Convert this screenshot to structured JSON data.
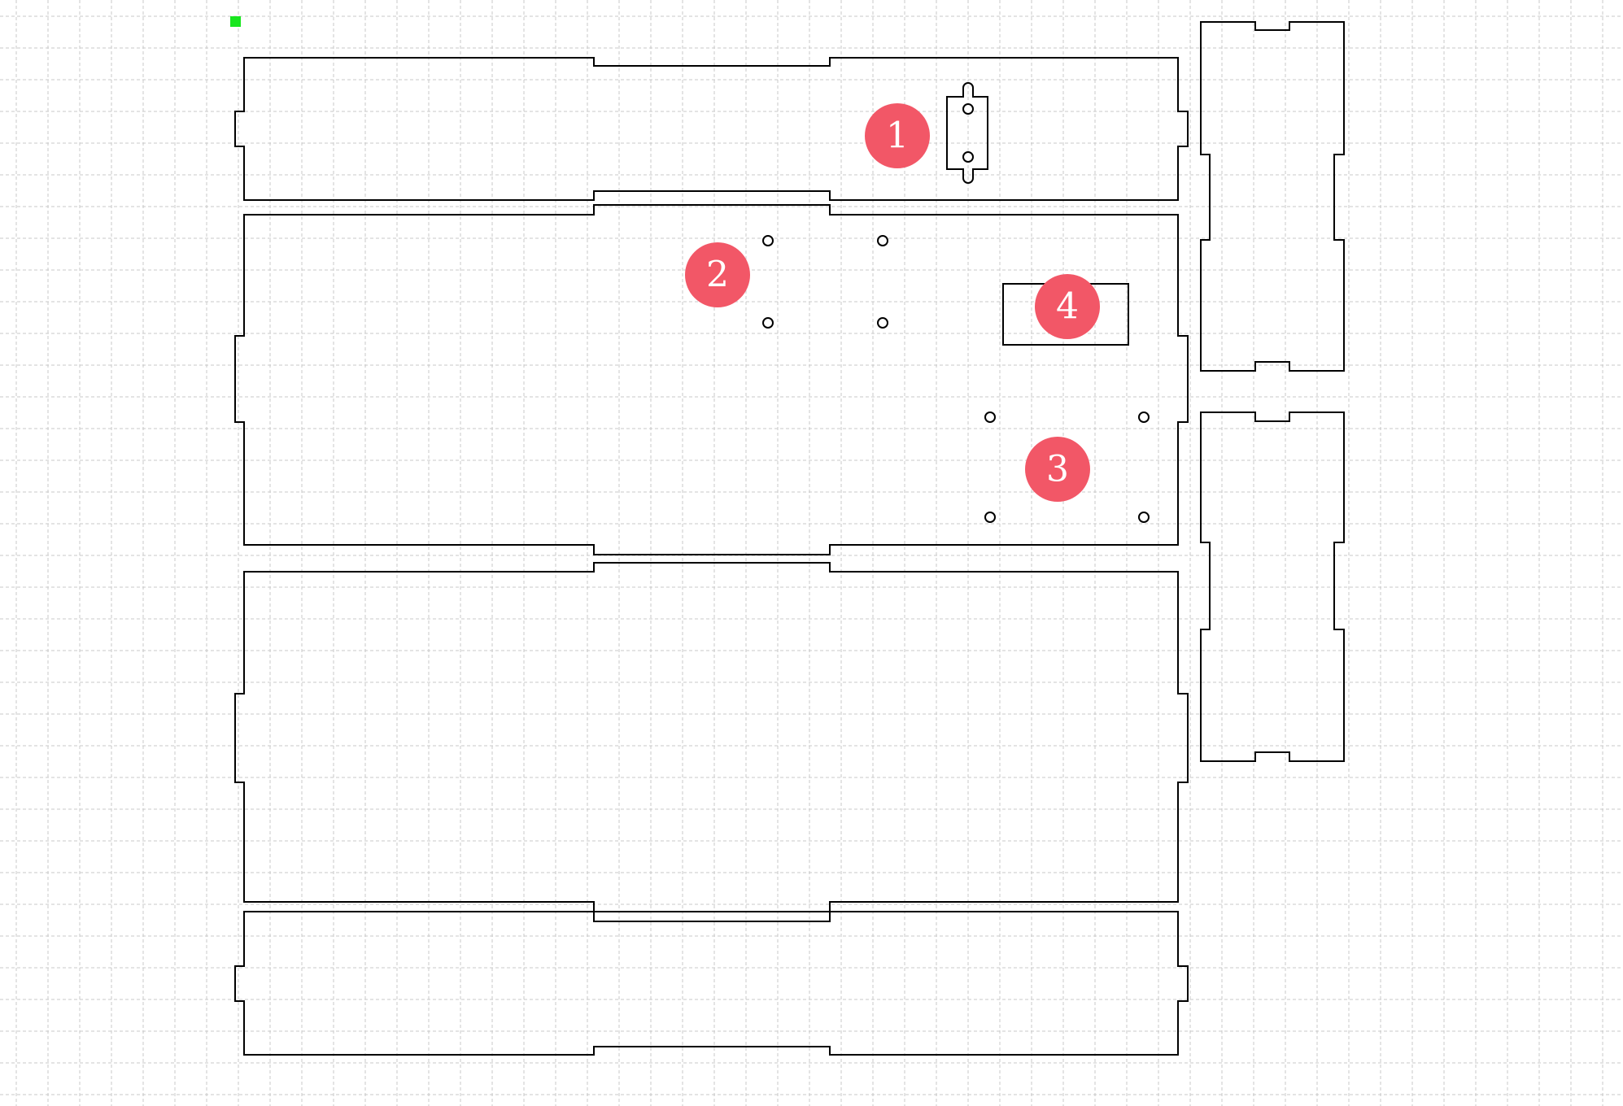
{
  "grid": {
    "color": "#c8c8c8"
  },
  "colors": {
    "outline": "#000000",
    "marker": "#f25767",
    "marker_text": "#ffffff",
    "origin_marker": "#19e61f"
  },
  "origin_marker": {
    "icon": "origin-square"
  },
  "parts": [
    {
      "id": "top-panel",
      "type": "panel"
    },
    {
      "id": "base-panel",
      "type": "panel"
    },
    {
      "id": "back-panel",
      "type": "panel"
    },
    {
      "id": "bottom-panel",
      "type": "panel"
    },
    {
      "id": "side-panel-upper",
      "type": "panel"
    },
    {
      "id": "side-panel-lower",
      "type": "panel"
    },
    {
      "id": "bracket",
      "type": "mount"
    },
    {
      "id": "rect-cutout",
      "type": "cutout"
    }
  ],
  "markers": [
    {
      "label": "1"
    },
    {
      "label": "2"
    },
    {
      "label": "3"
    },
    {
      "label": "4"
    }
  ]
}
